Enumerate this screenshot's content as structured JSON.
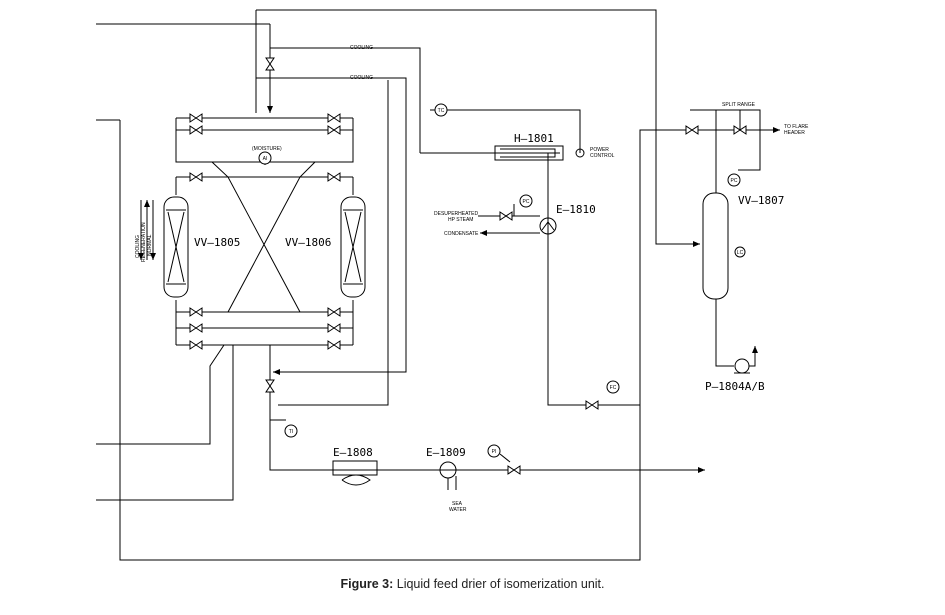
{
  "caption": {
    "label": "Figure 3:",
    "text": "Liquid feed drier of isomerization unit."
  },
  "equipment": {
    "drier_left": "VV–1805",
    "drier_right": "VV–1806",
    "heater": "H–1801",
    "exchanger_steam": "E–1810",
    "vessel": "VV–1807",
    "pump": "P–1804A/B",
    "cooler_air": "E–1808",
    "cooler_sea": "E–1809"
  },
  "labels": {
    "cooling_top": "COOLING",
    "cooling_second": "COOLING",
    "moisture": "(MOISTURE)",
    "power_control_1": "POWER",
    "power_control_2": "CONTROL",
    "desuperheated_1": "DESUPERHEATED",
    "desuperheated_2": "HP STEAM",
    "condensate": "CONDENSATE",
    "split_range": "SPLIT RANGE",
    "to_flare_1": "TO FLARE",
    "to_flare_2": "HEADER",
    "sea_water_1": "SEA",
    "sea_water_2": "WATER",
    "side_1": "COOLING",
    "side_2": "REGENERATION",
    "side_3": "NORMAL"
  },
  "instruments": {
    "ai": "AI",
    "tc": "TC",
    "pc": "PC",
    "pc_vessel": "PC",
    "lc": "LC",
    "fc": "FC",
    "ti": "TI",
    "pi": "PI"
  }
}
